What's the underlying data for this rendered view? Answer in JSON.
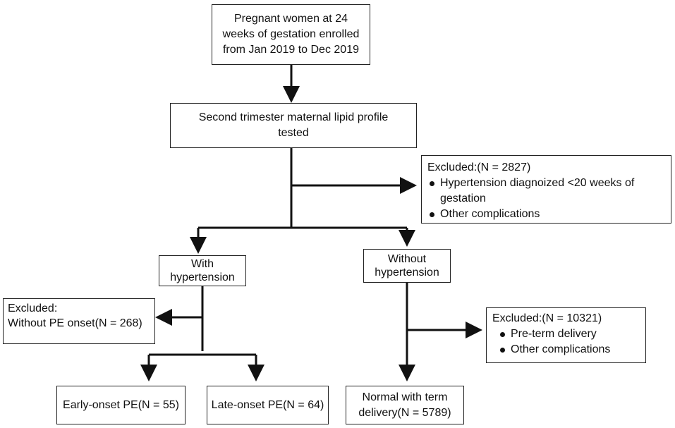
{
  "enrolled": {
    "lines": [
      "Pregnant women at 24",
      "weeks of gestation enrolled",
      "from Jan 2019 to Dec 2019"
    ]
  },
  "lipid": {
    "lines": [
      "Second trimester maternal lipid profile",
      "tested"
    ]
  },
  "excluded_top": {
    "header": "Excluded:(N = 2827)",
    "items": [
      "Hypertension diagnoized <20 weeks of gestation",
      "Other complications"
    ]
  },
  "with_htn": {
    "lines": [
      "With",
      "hypertension"
    ]
  },
  "without_htn": {
    "lines": [
      "Without",
      "hypertension"
    ]
  },
  "excluded_pe": {
    "lines": [
      "Excluded:",
      "Without PE onset(N = 268)"
    ]
  },
  "excluded_right": {
    "header": "Excluded:(N = 10321)",
    "items": [
      "Pre-term delivery",
      "Other complications"
    ]
  },
  "early": {
    "label": "Early-onset PE(N = 55)"
  },
  "late": {
    "label": "Late-onset PE(N = 64)"
  },
  "normal": {
    "lines": [
      "Normal with term",
      "delivery(N = 5789)"
    ]
  }
}
